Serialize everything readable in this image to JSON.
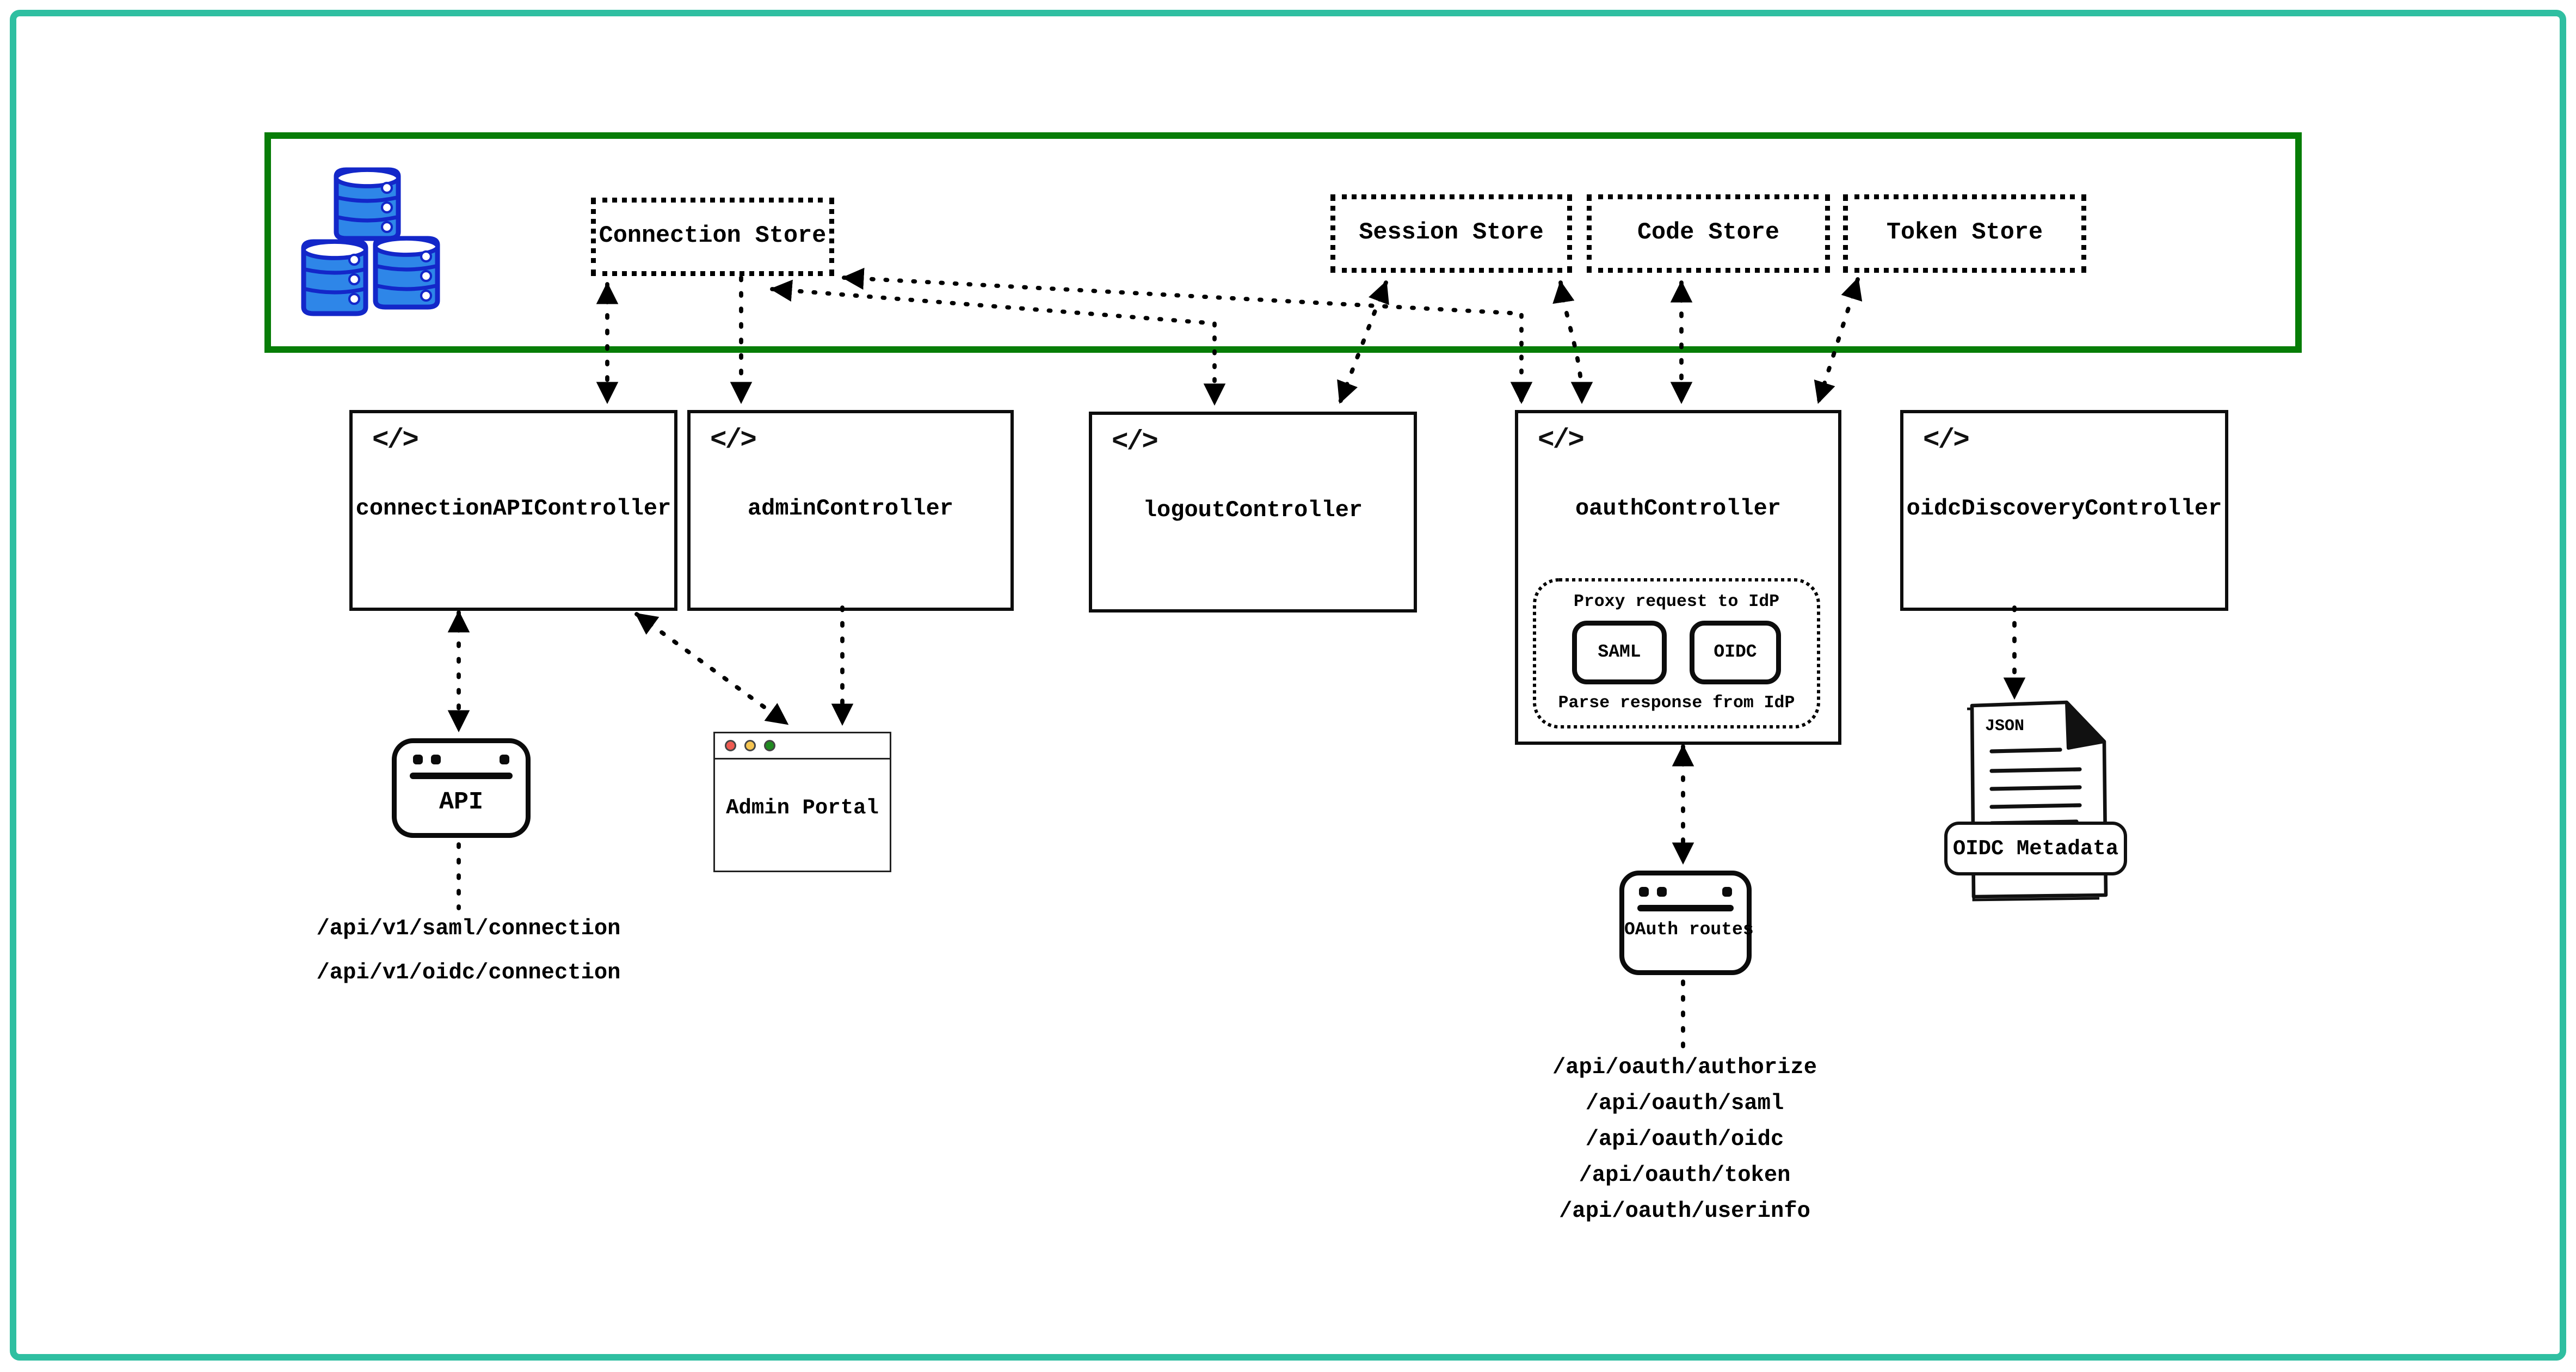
{
  "diagram": {
    "title_none": "",
    "colors": {
      "frame_teal": "#2fbfa1",
      "store_zone_green": "#077d07",
      "db_fill_blue": "#2e86e8",
      "db_stroke_blue": "#1327c9",
      "traffic_red": "#ee5a52",
      "traffic_yellow": "#f5c451",
      "traffic_green": "#1f8a1f",
      "line_black": "#000000"
    },
    "icons": {
      "code_glyph": "</>",
      "database_icon": "database-cylinders",
      "json_file_tag": "JSON"
    },
    "stores": [
      {
        "id": "connection",
        "label": "Connection Store"
      },
      {
        "id": "session",
        "label": "Session Store"
      },
      {
        "id": "code",
        "label": "Code Store"
      },
      {
        "id": "token",
        "label": "Token Store"
      }
    ],
    "controllers": [
      {
        "id": "connection_api",
        "label": "connectionAPIController"
      },
      {
        "id": "admin",
        "label": "adminController"
      },
      {
        "id": "logout",
        "label": "logoutController"
      },
      {
        "id": "oauth",
        "label": "oauthController",
        "proxy_box": {
          "top_label": "Proxy request to IdP",
          "protocols": [
            "SAML",
            "OIDC"
          ],
          "bottom_label": "Parse response from IdP"
        }
      },
      {
        "id": "oidc_discovery",
        "label": "oidcDiscoveryController"
      }
    ],
    "clients": {
      "api": {
        "label": "API",
        "endpoints": [
          "/api/v1/saml/connection",
          "/api/v1/oidc/connection"
        ]
      },
      "admin_portal": {
        "label": "Admin Portal"
      },
      "oauth_routes": {
        "label": "OAuth routes",
        "endpoints": [
          "/api/oauth/authorize",
          "/api/oauth/saml",
          "/api/oauth/oidc",
          "/api/oauth/token",
          "/api/oauth/userinfo"
        ]
      },
      "oidc_metadata": {
        "label": "OIDC Metadata",
        "file_type": "JSON"
      }
    }
  }
}
